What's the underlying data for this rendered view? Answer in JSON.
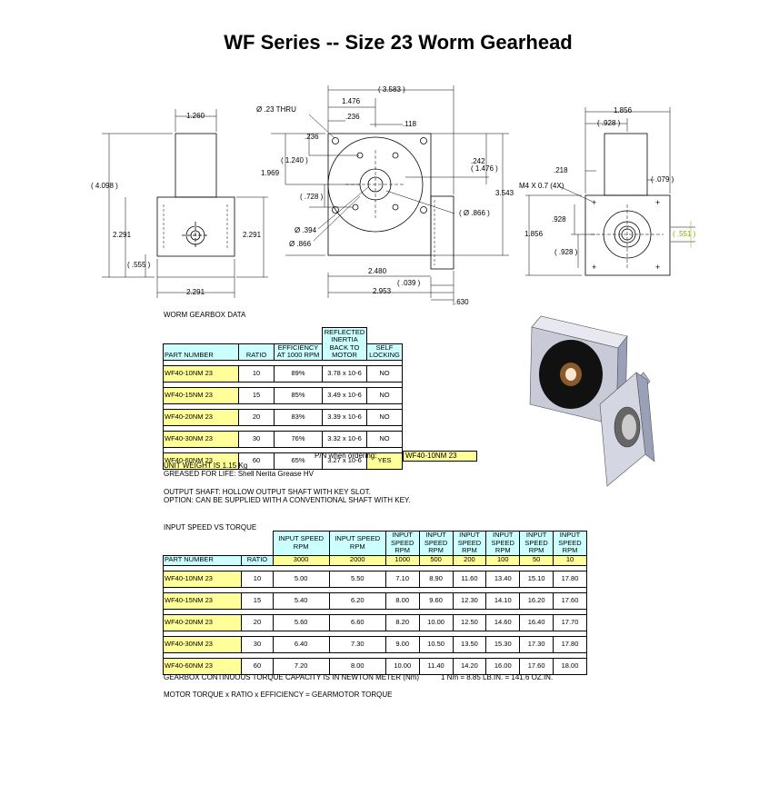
{
  "title": "WF Series -- Size 23 Worm Gearhead",
  "dimensions": {
    "d1260": "1.260",
    "d4098": "( 4.098 )",
    "d2291_l": "2.291",
    "d2291_r": "2.291",
    "d555": "( .555 )",
    "d2291_b": "2.291",
    "d3583": "( 3.583 )",
    "d1476": "1.476",
    "d23thru": "Ø .23 THRU",
    "d236a": ".236",
    "d118": ".118",
    "d236b": ".236",
    "d1240": "( 1.240 )",
    "d1969": "1.969",
    "d728": "( .728 )",
    "d242": ".242",
    "d1476p": "( 1.476 )",
    "d3543": "3.543",
    "d866r": "( Ø .866 )",
    "d394": "Ø .394",
    "d866": "Ø .866",
    "d2480": "2.480",
    "d039": "( .039 )",
    "d2953": "2.953",
    "d630": ".630",
    "d1856t": "1.856",
    "d928t": "( .928 )",
    "d218": ".218",
    "dm4": "M4 X 0.7 (4X)",
    "d079": "( .079 )",
    "d928m": ".928",
    "d1856l": "1.856",
    "d551": "( .551 )",
    "d928b": "( .928 )"
  },
  "gearbox": {
    "section_title": "WORM GEARBOX DATA",
    "headers": [
      "PART NUMBER",
      "RATIO",
      "EFFICIENCY AT 1000 RPM",
      "REFLECTED INERTIA BACK TO MOTOR",
      "SELF LOCKING"
    ],
    "rows": [
      {
        "pn": "WF40-10NM 23",
        "ratio": "10",
        "eff": "89%",
        "inertia": "3.78 x 10-6",
        "lock": "NO"
      },
      {
        "pn": "WF40-15NM 23",
        "ratio": "15",
        "eff": "85%",
        "inertia": "3.49 x 10-6",
        "lock": "NO"
      },
      {
        "pn": "WF40-20NM 23",
        "ratio": "20",
        "eff": "83%",
        "inertia": "3.39 x 10-6",
        "lock": "NO"
      },
      {
        "pn": "WF40-30NM 23",
        "ratio": "30",
        "eff": "76%",
        "inertia": "3.32 x 10-6",
        "lock": "NO"
      },
      {
        "pn": "WF40-60NM 23",
        "ratio": "60",
        "eff": "65%",
        "inertia": "3.27 x 10-6",
        "lock": "YES"
      }
    ],
    "pn_label": "P/N when ordering:",
    "pn_value": "WF40-10NM 23"
  },
  "notes": {
    "weight": "UNIT WEIGHT IS 1.15 Kg",
    "grease": "GREASED FOR LIFE: Shell Nerita Grease HV",
    "shaft": "OUTPUT SHAFT:  HOLLOW OUTPUT SHAFT WITH KEY SLOT.",
    "option": "OPTION: CAN BE SUPPLIED WITH A CONVENTIONAL SHAFT WITH KEY."
  },
  "torque": {
    "section_title": "INPUT SPEED VS TORQUE",
    "col_header": "INPUT SPEED RPM",
    "pn_header": "PART NUMBER",
    "ratio_header": "RATIO",
    "rpm": [
      "3000",
      "2000",
      "1000",
      "500",
      "200",
      "100",
      "50",
      "10"
    ],
    "rows": [
      {
        "pn": "WF40-10NM 23",
        "ratio": "10",
        "vals": [
          "5.00",
          "5.50",
          "7.10",
          "8.90",
          "11.60",
          "13.40",
          "15.10",
          "17.80"
        ]
      },
      {
        "pn": "WF40-15NM 23",
        "ratio": "15",
        "vals": [
          "5.40",
          "6.20",
          "8.00",
          "9.60",
          "12.30",
          "14.10",
          "16.20",
          "17.60"
        ]
      },
      {
        "pn": "WF40-20NM 23",
        "ratio": "20",
        "vals": [
          "5.60",
          "6.60",
          "8.20",
          "10.00",
          "12.50",
          "14.60",
          "16.40",
          "17.70"
        ]
      },
      {
        "pn": "WF40-30NM 23",
        "ratio": "30",
        "vals": [
          "6.40",
          "7.30",
          "9.00",
          "10.50",
          "13.50",
          "15.30",
          "17.30",
          "17.80"
        ]
      },
      {
        "pn": "WF40-60NM 23",
        "ratio": "60",
        "vals": [
          "7.20",
          "8.00",
          "10.00",
          "11.40",
          "14.20",
          "16.00",
          "17.60",
          "18.00"
        ]
      }
    ]
  },
  "footer": {
    "capacity": "GEARBOX CONTINUOUS TORQUE CAPACITY IS IN NEWTON METER (Nm)",
    "conversion": "1 Nm = 8.85 LB.IN. = 141.6 OZ.IN.",
    "formula": "MOTOR TORQUE x RATIO x EFFICIENCY = GEARMOTOR TORQUE"
  },
  "colors": {
    "highlight": "#ffff99",
    "header": "#ccffff",
    "dim_green": "#88aa00"
  }
}
